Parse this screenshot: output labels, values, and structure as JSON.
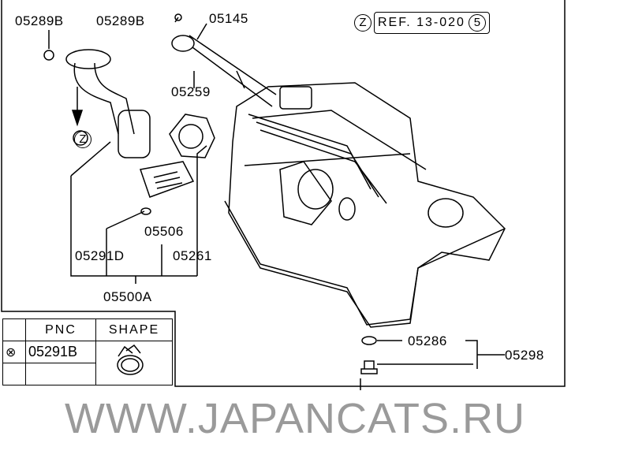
{
  "callouts": {
    "p05289B_a": "05289B",
    "p05289B_b": "05289B",
    "p05145": "05145",
    "p05259": "05259",
    "p05506": "05506",
    "p05291D": "05291D",
    "p05261": "05261",
    "p05500A": "05500A",
    "p05286": "05286",
    "p05298": "05298"
  },
  "reference": {
    "marker": "Z",
    "text": "REF. 13-020",
    "number": "5"
  },
  "view_marker": "Z",
  "legend_table": {
    "headers": [
      "PNC",
      "SHAPE"
    ],
    "rows": [
      {
        "symbol": "⊗",
        "pnc": "05291B"
      }
    ]
  },
  "watermark": "WWW.JAPANCATS.RU"
}
